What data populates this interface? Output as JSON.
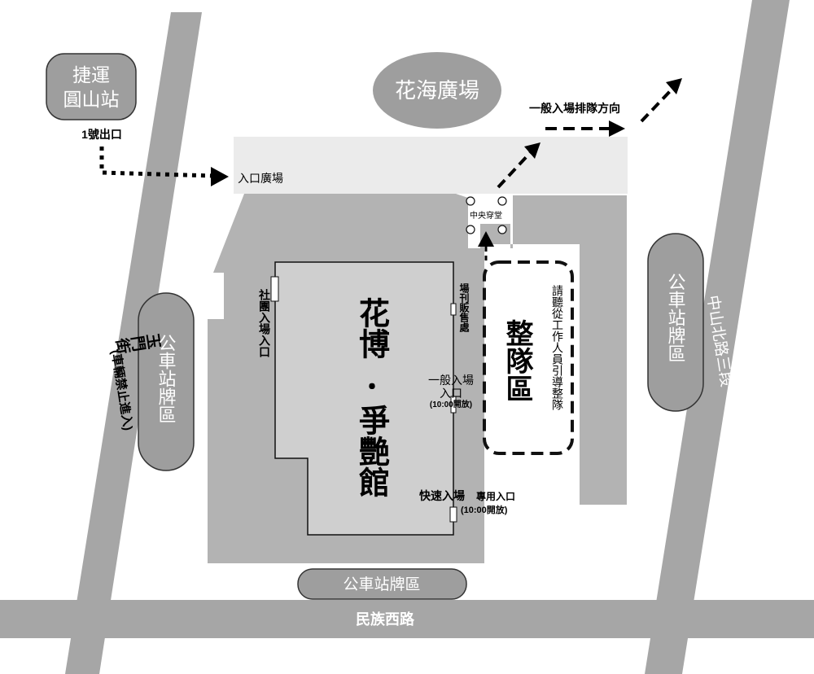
{
  "mrt": {
    "line1": "捷運",
    "line2": "圓山站",
    "exit": "1號出口"
  },
  "landmarks": {
    "flower_sea_plaza": "花海廣場",
    "entrance_plaza": "入口廣場",
    "central_hall": "中央穿堂",
    "general_queue_direction": "一般入場排隊方向"
  },
  "roads": {
    "yumen_street": "玉門街",
    "yumen_note": "(車輛禁止進入)",
    "zhongshan_north_road": "中山北路三段",
    "minzu_west_road": "民族西路"
  },
  "bus_areas": {
    "left": "公車站牌區",
    "right": "公車站牌區",
    "bottom": "公車站牌區"
  },
  "pavilion": {
    "name_part1": "花博",
    "dot": "・",
    "name_part2": "爭艷館"
  },
  "entrances": {
    "group_entrance": "社團入場入口",
    "publication_sales": "場刊販售處",
    "general_entrance_line1": "一般入場",
    "general_entrance_line2": "入口",
    "general_entrance_time": "(10:00開放)",
    "express_entrance": "快速入場",
    "express_exclusive": "專用入口",
    "express_time": "(10:00開放)"
  },
  "queue_area": {
    "title": "整隊區",
    "instruction": "請聽從工作人員引導整隊"
  },
  "colors": {
    "road": "#a6a6a6",
    "building": "#b3b3b3",
    "pavilion": "#cfcfcf",
    "plaza": "#ebebeb",
    "bubble": "#9e9e9e"
  }
}
